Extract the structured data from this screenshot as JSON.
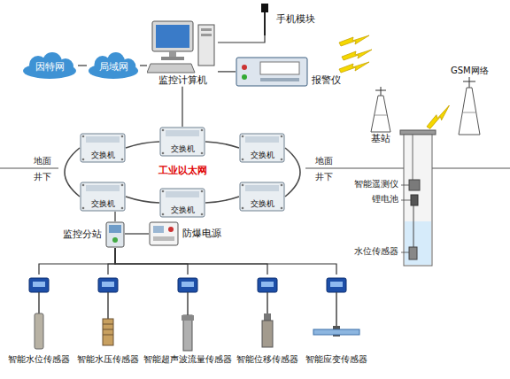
{
  "diagram": {
    "nodes": [
      {
        "text": [
          "因特网"
        ]
      },
      {
        "text": [
          "局域网"
        ]
      },
      {
        "text": [
          "监控计算机"
        ]
      },
      {
        "text": [
          "手机模块"
        ]
      },
      {
        "text": [
          "报警仪"
        ]
      },
      {
        "text": [
          "基站"
        ]
      },
      {
        "text": [
          "GSM网络"
        ]
      },
      {
        "text": [
          "交换机"
        ]
      },
      {
        "text": [
          "交换机"
        ]
      },
      {
        "text": [
          "交换机"
        ]
      },
      {
        "text": [
          "交换机"
        ]
      },
      {
        "text": [
          "交换机"
        ]
      },
      {
        "text": [
          "交换机"
        ]
      },
      {
        "text": [
          "监控分站"
        ]
      },
      {
        "text": [
          "防爆电源"
        ]
      },
      {
        "text": [
          "智能水位传感器"
        ]
      },
      {
        "text": [
          "智能水压传感器"
        ]
      },
      {
        "text": [
          "智能超声波流量传感器"
        ]
      },
      {
        "text": [
          "智能位移传感器"
        ]
      },
      {
        "text": [
          "智能应变传感器"
        ]
      }
    ],
    "edges": [
      {
        "from": 0,
        "to": 1,
        "arrow": "none"
      },
      {
        "from": 1,
        "to": 2,
        "arrow": "none"
      },
      {
        "from": 2,
        "to": 3,
        "arrow": "none"
      },
      {
        "from": 2,
        "to": 4,
        "arrow": "none"
      },
      {
        "from": 2,
        "to": 8,
        "arrow": "none"
      },
      {
        "from": 7,
        "to": 8,
        "arrow": "none"
      },
      {
        "from": 8,
        "to": 9,
        "arrow": "none"
      },
      {
        "from": 9,
        "to": 12,
        "arrow": "none"
      },
      {
        "from": 12,
        "to": 11,
        "arrow": "none"
      },
      {
        "from": 11,
        "to": 10,
        "arrow": "none"
      },
      {
        "from": 10,
        "to": 7,
        "arrow": "none"
      },
      {
        "from": 10,
        "to": 13,
        "arrow": "none"
      },
      {
        "from": 13,
        "to": 14,
        "arrow": "none"
      },
      {
        "from": 13,
        "to": 15,
        "arrow": "none"
      },
      {
        "from": 13,
        "to": 16,
        "arrow": "none"
      },
      {
        "from": 13,
        "to": 17,
        "arrow": "none"
      },
      {
        "from": 13,
        "to": 18,
        "arrow": "none"
      },
      {
        "from": 13,
        "to": 19,
        "arrow": "none"
      }
    ],
    "labels": [
      "工业以太网",
      "地面",
      "井下",
      "地面",
      "井下",
      "智能遥测仪",
      "锂电池",
      "水位传感器"
    ]
  }
}
